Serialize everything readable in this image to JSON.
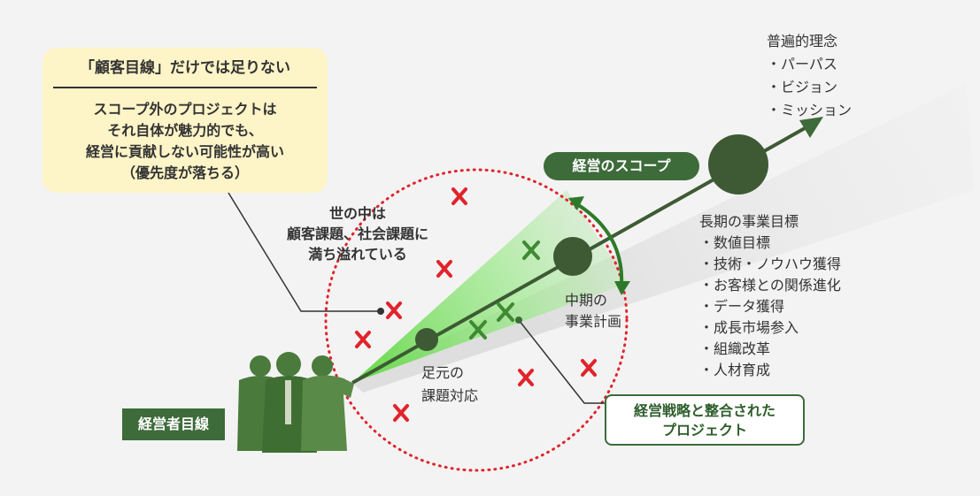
{
  "callout": {
    "title": "「顧客目線」だけでは足りない",
    "lines": [
      "スコープ外のプロジェクトは",
      "それ自体が魅力的でも、",
      "経営に貢献しない可能性が高い",
      "（優先度が落ちる）"
    ]
  },
  "scope_label": "経営のスコープ",
  "world": {
    "lines": [
      "世の中は",
      "顧客課題、社会課題に",
      "満ち溢れている"
    ]
  },
  "near_term": {
    "lines": [
      "足元の",
      "課題対応"
    ]
  },
  "mid_term": {
    "lines": [
      "中期の",
      "事業計画"
    ]
  },
  "long_term": {
    "title": "長期の事業目標",
    "items": [
      "・数値目標",
      "・技術・ノウハウ獲得",
      "・お客様との関係進化",
      "・データ獲得",
      "・成長市場参入",
      "・組織改革",
      "・人材育成"
    ]
  },
  "universal": {
    "title": "普遍的理念",
    "items": [
      "・パーパス",
      "・ビジョン",
      "・ミッション"
    ]
  },
  "exec_label": "経営者目線",
  "aligned_label": {
    "lines": [
      "経営戦略と整合された",
      "プロジェクト"
    ]
  },
  "colors": {
    "accent_green": "#3d6b3a",
    "light_green": "#8fe37a",
    "red_x": "#e0242b",
    "callout_bg": "#fdf4c7"
  },
  "icons": {
    "out_of_scope": "red-x-icon",
    "in_scope": "green-x-icon",
    "executives": "people-silhouette-icon"
  }
}
